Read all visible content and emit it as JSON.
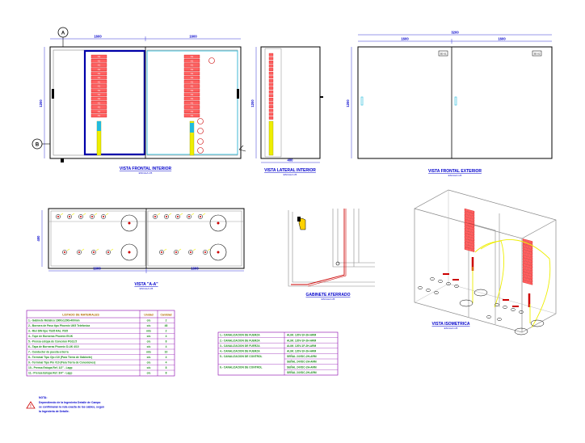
{
  "colors": {
    "outline": "#000000",
    "frame": "#888888",
    "dimension": "#0000cc",
    "caption": "#0000cc",
    "rail": "#0000aa",
    "terminal": "#cc0000",
    "terminal_fill": "#ff6060",
    "wire": "#eeee00",
    "cable_gland": "#22bbdd",
    "table_text": "#1a8a1a",
    "table_header": "#b36b00",
    "table_grid": "#8800aa",
    "warning": "#cc0000"
  },
  "views": {
    "front_interior": {
      "caption": "VISTA FRONTAL INTERIOR",
      "scale": "ESCALA 1/5",
      "dim_left": "1600",
      "dim_right": "1600",
      "dim_height": "1200"
    },
    "side_interior": {
      "caption": "VISTA LATERAL INTERIOR",
      "scale": "ESCALA 1/5",
      "dim_depth": "400",
      "dim_height": "1200"
    },
    "front_exterior": {
      "caption": "VISTA FRONTAL EXTERIOR",
      "scale": "ESCALA 1/5",
      "dim_total": "3200",
      "dim_left": "1600",
      "dim_right": "1600",
      "dim_height": "1200"
    },
    "section_aa": {
      "caption": "VISTA \"A-A\"",
      "scale": "ESCALA 1/5",
      "dim_left": "1600",
      "dim_right": "1600",
      "dim_depth": "400"
    },
    "detail": {
      "caption": "GABINETE ATERRADO",
      "scale": "ESCALA 1/5"
    },
    "isometric": {
      "caption": "VISTA ISOMETRICA",
      "scale": "ESCALA 1/5"
    }
  },
  "section_markers": {
    "top": "A",
    "bottom": "B"
  },
  "materials_table": {
    "title": "LISTADO DE MATERIALES",
    "columns": [
      "Unidad",
      "Cantidad"
    ],
    "rows": [
      {
        "item": "1.- Gabinete Metalico 1600x1200x400mm",
        "unit": "c/u",
        "qty": "2"
      },
      {
        "item": "2.- Bornera de Paso tipo Phoenix  UK5 Telefonica",
        "unit": "c/u",
        "qty": "48"
      },
      {
        "item": "3.- Riel DIN tipo TS35 RAL 7035",
        "unit": "mts",
        "qty": "2"
      },
      {
        "item": "4.- Tope de Borneras Phoenix  E/UK",
        "unit": "c/u",
        "qty": "4"
      },
      {
        "item": "5.- Prensa estopa de Conexion PG13.5",
        "unit": "c/u",
        "qty": "8"
      },
      {
        "item": "6.- Tapa de Borneras Phoenix  D-UK 4/10",
        "unit": "c/u",
        "qty": "4"
      },
      {
        "item": "7.- Conductor de puesta a tierra",
        "unit": "mts",
        "qty": "10"
      },
      {
        "item": "8.- Terminal Tipo Ojo #10   (Para Tierra de Gabinete)",
        "unit": "c/u",
        "qty": "4"
      },
      {
        "item": "9.- Terminal Tipo Pin #10   (Para Tierra de Conexiones)",
        "unit": "c/u",
        "qty": "4"
      },
      {
        "item": "10.- Prensa Estopa Ref. 1/2\" - Lapp",
        "unit": "c/u",
        "qty": "8"
      },
      {
        "item": "11.- Prensa Estopa Ref. 3/4\" - Lapp",
        "unit": "c/u",
        "qty": "8"
      }
    ]
  },
  "cable_table": {
    "rows": [
      {
        "label": "1.- CANALIZACION DE FUERZA",
        "ref": "ALIM. 120V-1F-2H-ARM"
      },
      {
        "label": "2.- CANALIZACION DE FUERZA",
        "ref": "ALIM. 120V-1F-2H-ARM"
      },
      {
        "label": "3.- CANALIZACION DE FUERZA",
        "ref": "ALIM. 120V-1F-2H-ARM"
      },
      {
        "label": "4.- CANALIZACION DE FUERZA",
        "ref": "ALIM. 120V-1F-2H-ARM"
      },
      {
        "label": "5.- CANALIZACION DE CONTROL",
        "ref": "SEÑAL 24VDC-2H-ARM"
      },
      {
        "label": "",
        "ref": "SEÑAL 24VDC-2H-ARM"
      },
      {
        "label": "6.- CANALIZACION DE CONTROL",
        "ref": "SEÑAL 24VDC-2H-ARM"
      },
      {
        "label": "",
        "ref": "SEÑAL 24VDC-2H-ARM"
      }
    ]
  },
  "note": {
    "title": "NOTA:",
    "lines": [
      "Dependiendo de la Ingenieria Detalle de Campo",
      "se confirmaran la ruta exacta de los cables, segun",
      "la Ingenieria de Detalle."
    ]
  },
  "labels": {
    "terminal_code": "X1",
    "tag_a": "3E-01",
    "tag_b": "3E-02"
  }
}
